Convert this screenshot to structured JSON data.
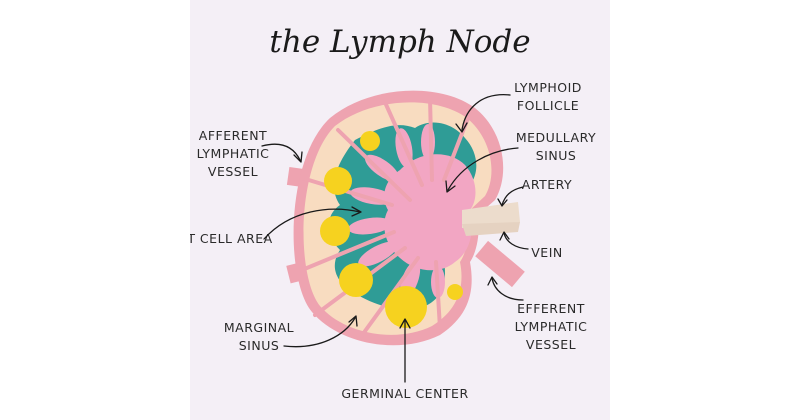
{
  "title": "the Lymph Node",
  "labels": {
    "lymphoid_follicle": [
      "LYMPHOID",
      "FOLLICLE"
    ],
    "afferent_vessel": [
      "AFFERENT",
      "LYMPHATIC",
      "VESSEL"
    ],
    "medullary_sinus": [
      "MEDULLARY",
      "SINUS"
    ],
    "artery": [
      "ARTERY"
    ],
    "t_cell_area": [
      "T CELL AREA"
    ],
    "vein": [
      "VEIN"
    ],
    "marginal_sinus": [
      "MARGINAL",
      "SINUS"
    ],
    "efferent_vessel": [
      "EFFERENT",
      "LYMPHATIC",
      "VESSEL"
    ],
    "germinal_center": [
      "GERMINAL CENTER"
    ]
  },
  "colors": {
    "background": "#f4eff6",
    "capsule": "#eea3b0",
    "cortex": "#f8dcc0",
    "t_cell_area": "#2f9c96",
    "medulla": "#f2a6c3",
    "germinal_center": "#f6d21f",
    "artery": "#ecdccc"
  }
}
